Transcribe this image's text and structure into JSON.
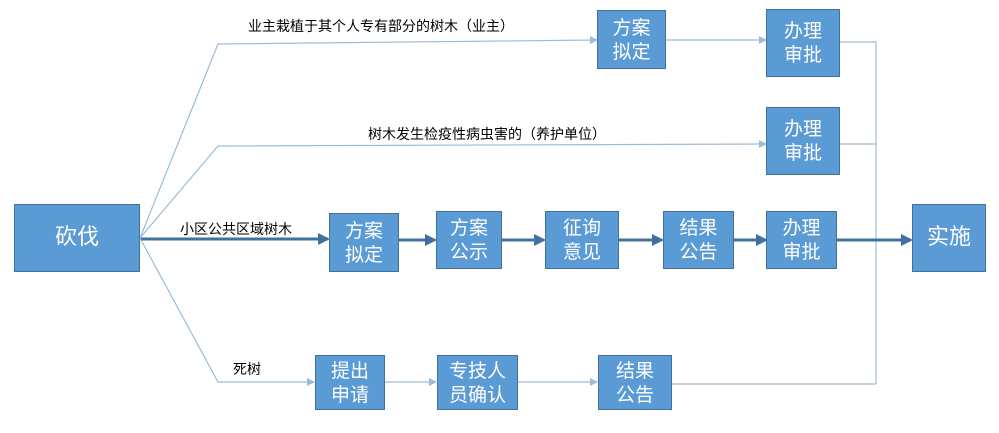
{
  "nodes": {
    "kanfa": [
      "砍伐"
    ],
    "shishi": [
      "实施"
    ],
    "b1_plan": [
      "方案",
      "拟定"
    ],
    "b1_approve": [
      "办理",
      "审批"
    ],
    "b2_approve": [
      "办理",
      "审批"
    ],
    "b3_plan": [
      "方案",
      "拟定"
    ],
    "b3_publicize": [
      "方案",
      "公示"
    ],
    "b3_opinion": [
      "征询",
      "意见"
    ],
    "b3_announce": [
      "结果",
      "公告"
    ],
    "b3_approve": [
      "办理",
      "审批"
    ],
    "b4_apply": [
      "提出",
      "申请"
    ],
    "b4_confirm": [
      "专技人",
      "员确认"
    ],
    "b4_announce": [
      "结果",
      "公告"
    ]
  },
  "labels": {
    "branch1": "业主栽植于其个人专有部分的树木（业主）",
    "branch2": "树木发生检疫性病虫害的（养护单位）",
    "branch3": "小区公共区域树木",
    "branch4": "死树"
  }
}
